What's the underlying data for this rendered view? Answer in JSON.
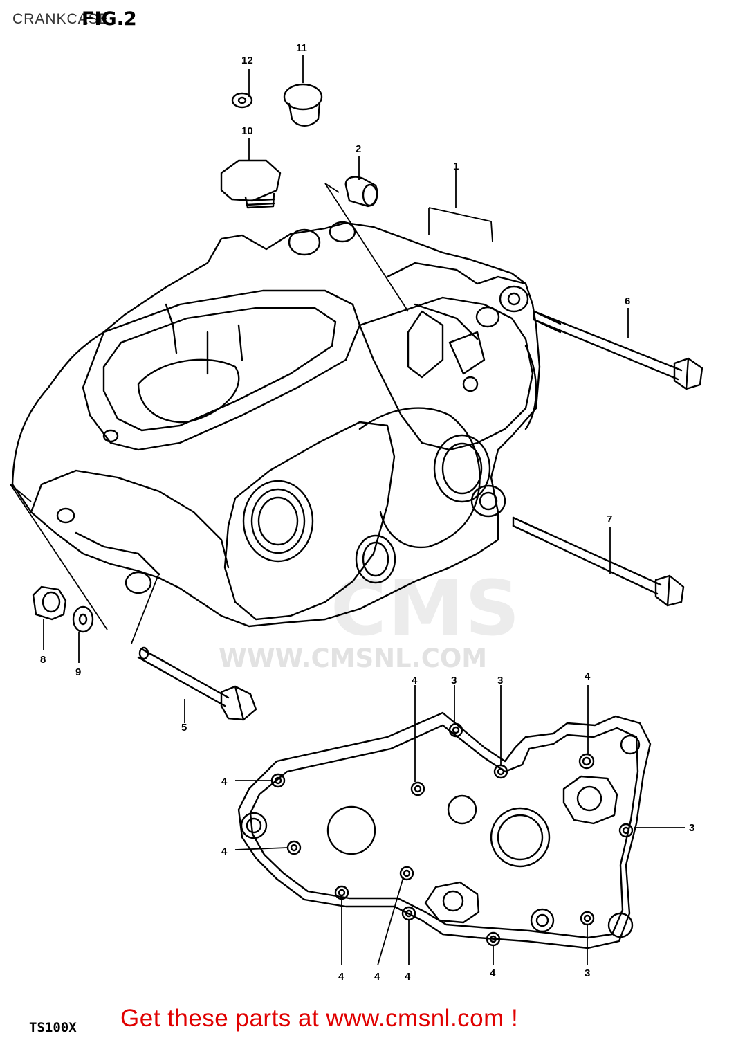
{
  "header": {
    "title": "CRANKCASE",
    "figure": "FIG.2"
  },
  "model": "TS100X",
  "promo": "Get these parts at www.cmsnl.com !",
  "watermark": {
    "logo": "CMS",
    "url": "WWW.CMSNL.COM"
  },
  "callouts": {
    "c1": "1",
    "c2": "2",
    "c5": "5",
    "c6": "6",
    "c7": "7",
    "c8": "8",
    "c9": "9",
    "c10": "10",
    "c11": "11",
    "c12": "12",
    "b1": "4",
    "b2": "3",
    "b3": "3",
    "b4": "4",
    "b5": "4",
    "b6": "3",
    "b7": "4",
    "b8": "4",
    "b9": "4",
    "b10": "4",
    "b11": "4",
    "b12": "3"
  }
}
